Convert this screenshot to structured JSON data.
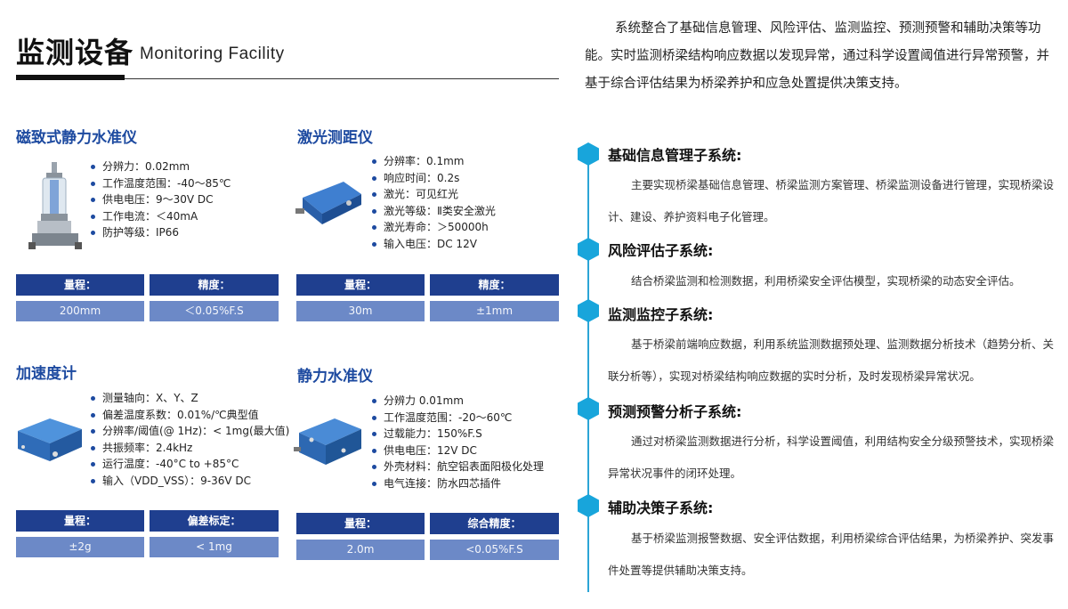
{
  "header": {
    "title_cn": "监测设备",
    "title_en": "Monitoring  Facility"
  },
  "devices": [
    {
      "name": "磁致式静力水准仪",
      "specs": [
        "分辨力：0.02mm",
        "工作温度范围：-40～85℃",
        "供电电压：9～30V DC",
        "工作电流：＜40mA",
        "防护等级：IP66"
      ],
      "table": {
        "h1": "量程：",
        "h2": "精度：",
        "v1": "200mm",
        "v2": "＜0.05%F.S"
      }
    },
    {
      "name": "激光测距仪",
      "specs": [
        "分辨率：0.1mm",
        "响应时间：0.2s",
        "激光：可见红光",
        "激光等级：Ⅱ类安全激光",
        "激光寿命：＞50000h",
        "输入电压：DC 12V"
      ],
      "table": {
        "h1": "量程：",
        "h2": "精度：",
        "v1": "30m",
        "v2": "±1mm"
      }
    },
    {
      "name": "加速度计",
      "specs": [
        "测量轴向：X、Y、Z",
        "偏差温度系数：0.01%/℃典型值",
        "分辨率/阈值(@ 1Hz)：< 1mg(最大值)",
        "共振频率：2.4kHz",
        "运行温度：-40°C to +85°C",
        "输入（VDD_VSS）：9-36V DC"
      ],
      "table": {
        "h1": "量程：",
        "h2": "偏差标定：",
        "v1": "±2g",
        "v2": "< 1mg"
      }
    },
    {
      "name": "静力水准仪",
      "specs": [
        "分辨力  0.01mm",
        "工作温度范围：-20～60℃",
        "过载能力：150%F.S",
        "供电电压：12V DC",
        "外壳材料：航空铝表面阳极化处理",
        "电气连接：防水四芯插件"
      ],
      "table": {
        "h1": "量程：",
        "h2": "综合精度：",
        "v1": "2.0m",
        "v2": "<0.05%F.S"
      }
    }
  ],
  "intro": "系统整合了基础信息管理、风险评估、监测监控、预测预警和辅助决策等功能。实时监测桥梁结构响应数据以发现异常，通过科学设置阈值进行异常预警，并基于综合评估结果为桥梁养护和应急处置提供决策支持。",
  "subsystems": [
    {
      "title": "基础信息管理子系统:",
      "body": "主要实现桥梁基础信息管理、桥梁监测方案管理、桥梁监测设备进行管理，实现桥梁设计、建设、养护资料电子化管理。"
    },
    {
      "title": "风险评估子系统:",
      "body": "结合桥梁监测和检测数据，利用桥梁安全评估模型，实现桥梁的动态安全评估。"
    },
    {
      "title": "监测监控子系统:",
      "body": "基于桥梁前端响应数据，利用系统监测数据预处理、监测数据分析技术（趋势分析、关联分析等），实现对桥梁结构响应数据的实时分析，及时发现桥梁异常状况。"
    },
    {
      "title": "预测预警分析子系统:",
      "body": "通过对桥梁监测数据进行分析，科学设置阈值，利用结构安全分级预警技术，实现桥梁异常状况事件的闭环处理。"
    },
    {
      "title": "辅助决策子系统:",
      "body": "基于桥梁监测报警数据、安全评估数据，利用桥梁综合评估结果，为桥梁养护、突发事件处置等提供辅助决策支持。"
    }
  ],
  "colors": {
    "accent": "#1d4aa0",
    "table_header": "#1f3f8f",
    "table_cell": "#6c89c7",
    "timeline": "#18a5db"
  }
}
